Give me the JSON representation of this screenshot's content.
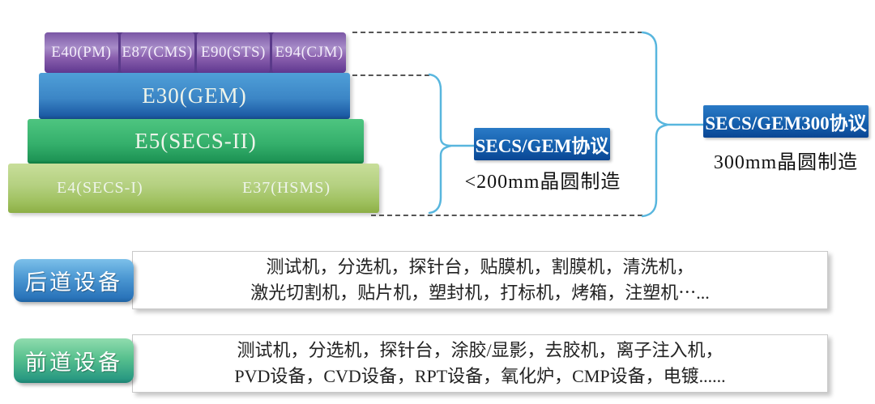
{
  "stack": {
    "top_row": [
      "E40(PM)",
      "E87(CMS)",
      "E90(STS)",
      "E94(CJM)"
    ],
    "e30": "E30(GEM)",
    "e5": "E5(SECS-II)",
    "e4": "E4(SECS-I)",
    "e37": "E37(HSMS)"
  },
  "protocols": {
    "secs_gem": {
      "title": "SECS/GEM协议",
      "subtitle": "<200mm晶圆制造"
    },
    "secs_gem300": {
      "title": "SECS/GEM300协议",
      "subtitle": "300mm晶圆制造"
    }
  },
  "equipment": [
    {
      "tag": "后道设备",
      "lines": [
        "测试机，分选机，探针台，贴膜机，割膜机，清洗机，",
        "激光切割机，贴片机，塑封机，打标机，烤箱，注塑机⋯..."
      ]
    },
    {
      "tag": "前道设备",
      "lines": [
        "测试机，分选机，探针台，涂胶/显影，去胶机，离子注入机，",
        "PVD设备，CVD设备，RPT设备，氧化炉，CMP设备，电镀......"
      ]
    }
  ],
  "colors": {
    "purple_layer": "#8a5fae",
    "blue_layer": "#2e6fb4",
    "green_layer": "#2aa765",
    "light_green_layer": "#a6c869",
    "protocol_box": "#0d4d9e",
    "brace": "#58b6de",
    "dashed_line": "#555555",
    "back_end_button": "#2f7cc0",
    "front_end_button": "#2f9e85"
  }
}
